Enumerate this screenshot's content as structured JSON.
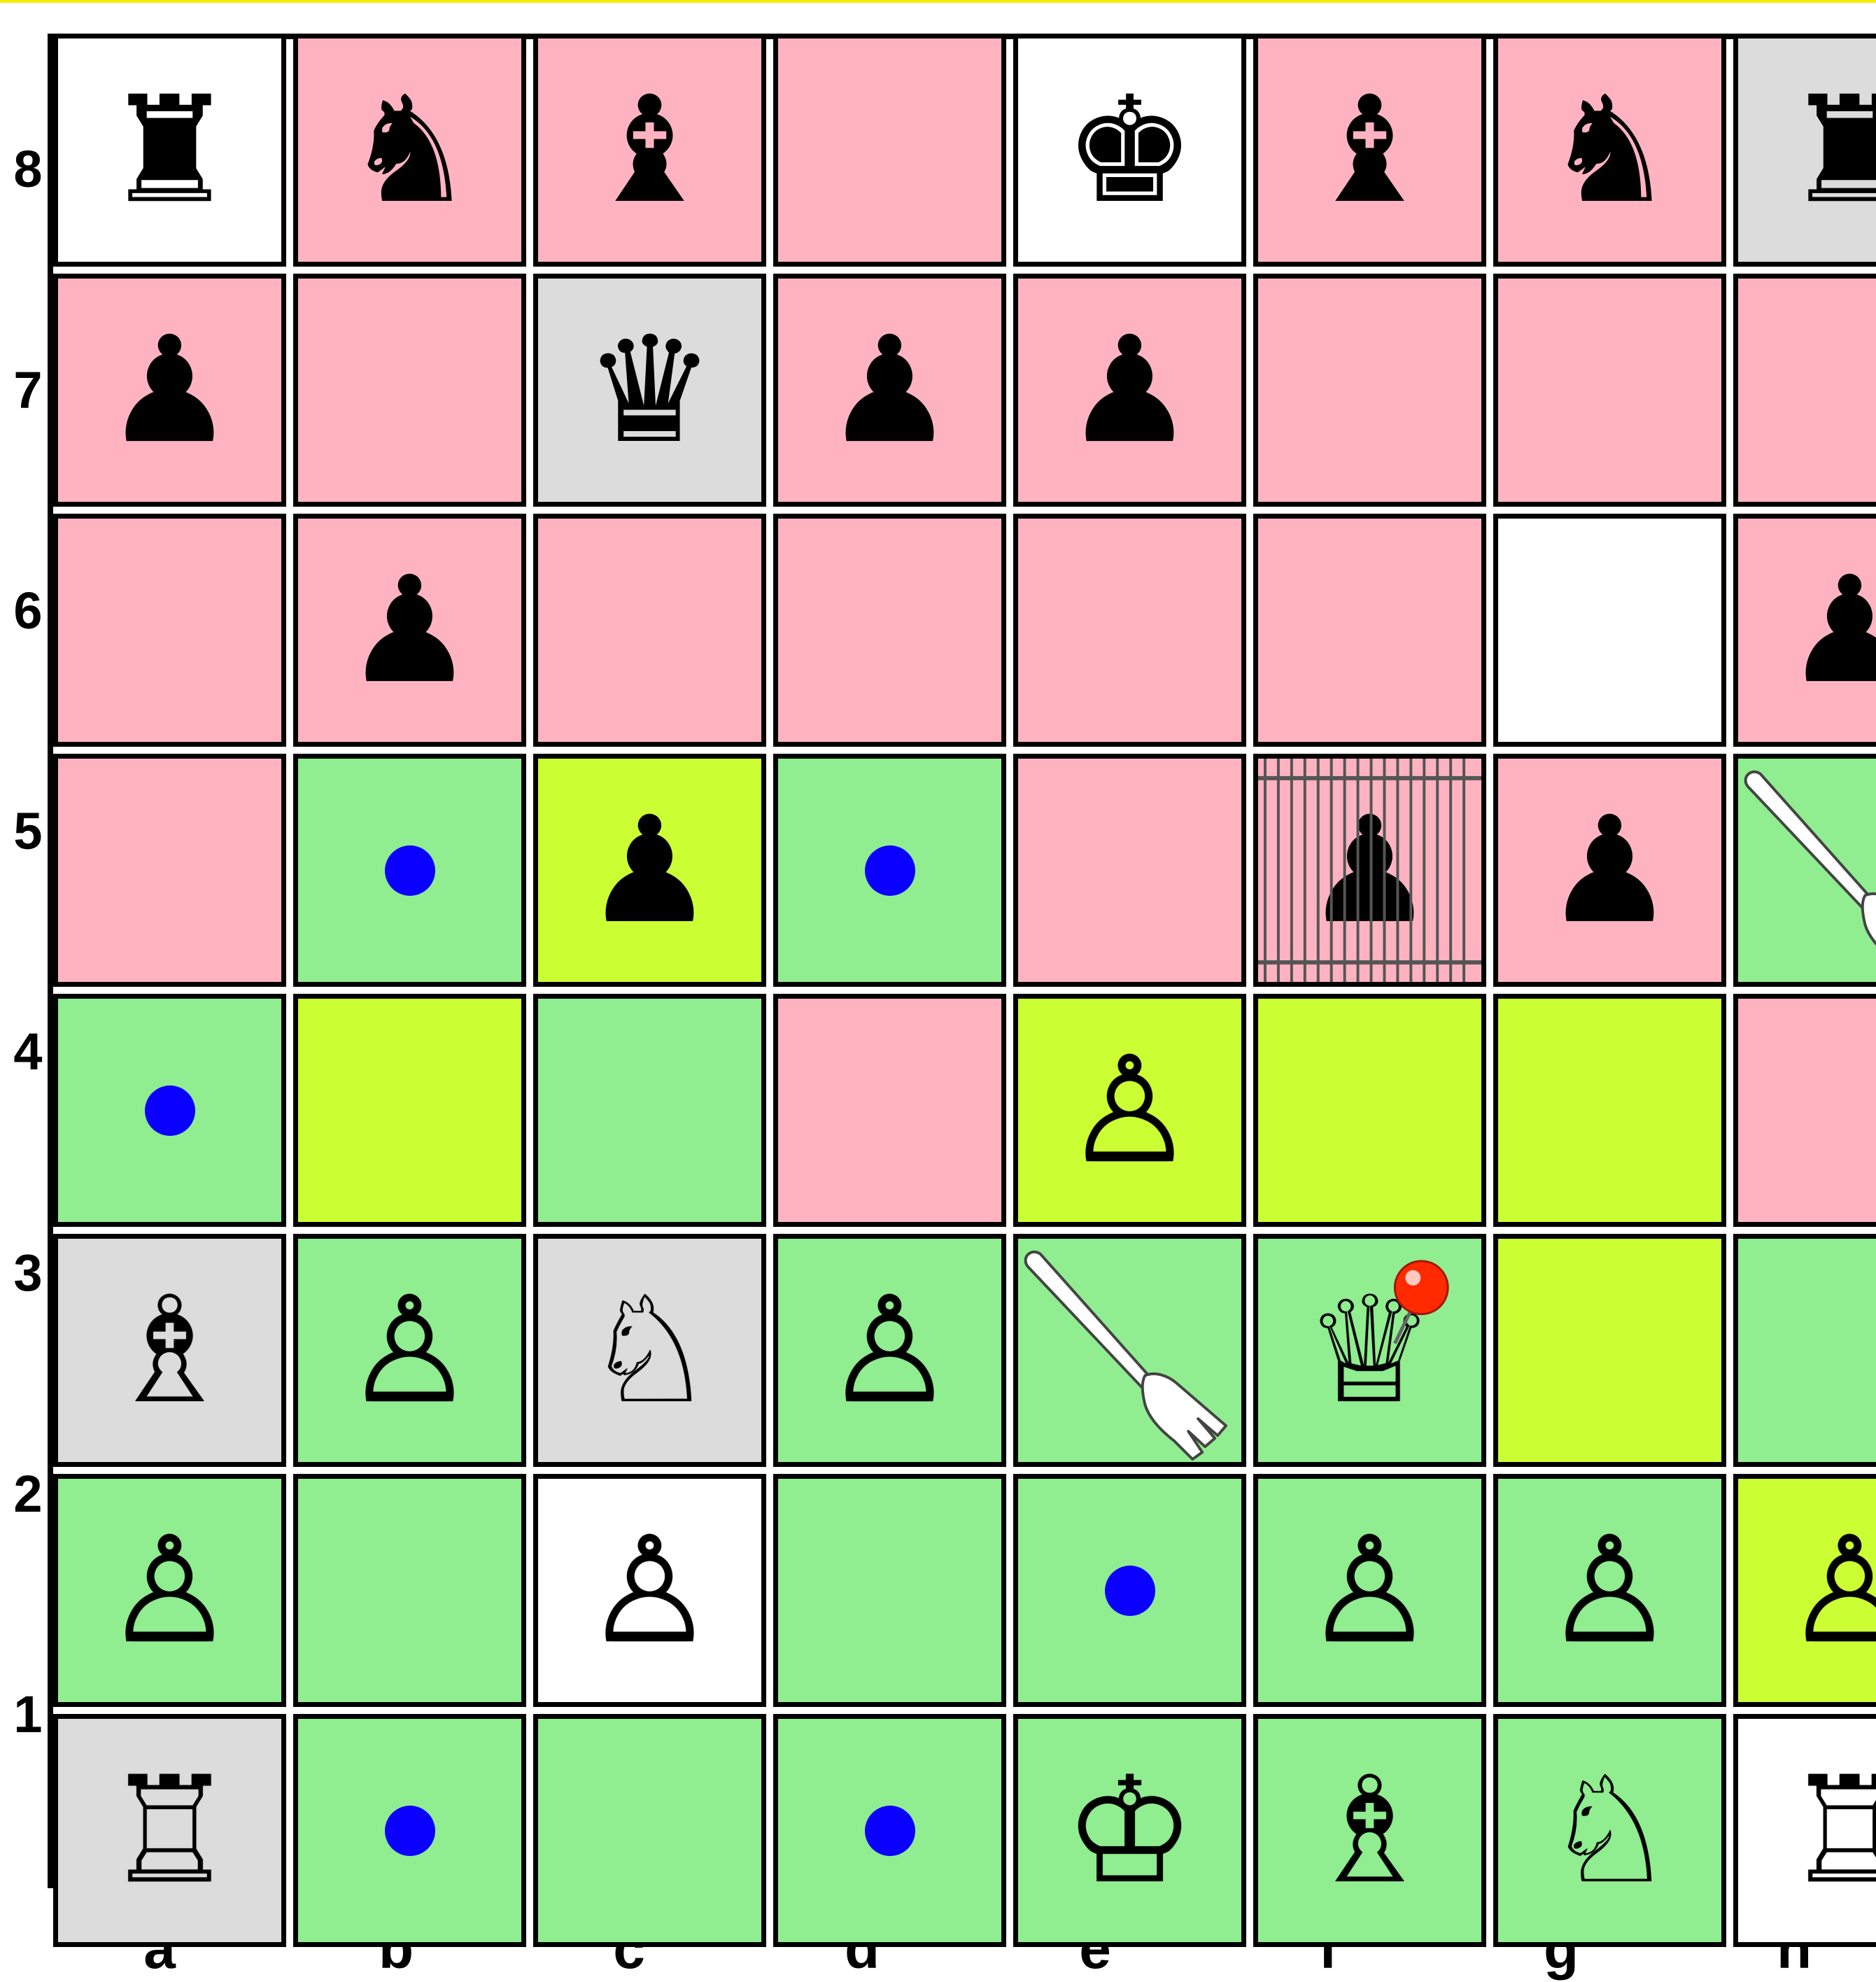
{
  "colors": {
    "white": "#ffffff",
    "grey": "#dcdcdc",
    "pink": "#ffb3c1",
    "green": "#90ee90",
    "lime": "#ccff33",
    "dot": "#0a00ff",
    "pin": "#ff2a00"
  },
  "files": [
    "a",
    "b",
    "c",
    "d",
    "e",
    "f",
    "g",
    "h"
  ],
  "ranks": [
    "8",
    "7",
    "6",
    "5",
    "4",
    "3",
    "2",
    "1"
  ],
  "board": [
    [
      {
        "sq": "a8",
        "color": "white",
        "piece": "black-rook"
      },
      {
        "sq": "b8",
        "color": "pink",
        "piece": "black-knight"
      },
      {
        "sq": "c8",
        "color": "pink",
        "piece": "black-bishop"
      },
      {
        "sq": "d8",
        "color": "pink"
      },
      {
        "sq": "e8",
        "color": "white",
        "piece": "black-king"
      },
      {
        "sq": "f8",
        "color": "pink",
        "piece": "black-bishop"
      },
      {
        "sq": "g8",
        "color": "pink",
        "piece": "black-knight"
      },
      {
        "sq": "h8",
        "color": "grey",
        "piece": "black-rook"
      }
    ],
    [
      {
        "sq": "a7",
        "color": "pink",
        "piece": "black-pawn"
      },
      {
        "sq": "b7",
        "color": "pink"
      },
      {
        "sq": "c7",
        "color": "grey",
        "piece": "black-queen"
      },
      {
        "sq": "d7",
        "color": "pink",
        "piece": "black-pawn"
      },
      {
        "sq": "e7",
        "color": "pink",
        "piece": "black-pawn"
      },
      {
        "sq": "f7",
        "color": "pink"
      },
      {
        "sq": "g7",
        "color": "pink"
      },
      {
        "sq": "h7",
        "color": "pink"
      }
    ],
    [
      {
        "sq": "a6",
        "color": "pink"
      },
      {
        "sq": "b6",
        "color": "pink",
        "piece": "black-pawn"
      },
      {
        "sq": "c6",
        "color": "pink"
      },
      {
        "sq": "d6",
        "color": "pink"
      },
      {
        "sq": "e6",
        "color": "pink"
      },
      {
        "sq": "f6",
        "color": "pink"
      },
      {
        "sq": "g6",
        "color": "white"
      },
      {
        "sq": "h6",
        "color": "pink",
        "piece": "black-pawn"
      }
    ],
    [
      {
        "sq": "a5",
        "color": "pink"
      },
      {
        "sq": "b5",
        "color": "green",
        "marker": "dot"
      },
      {
        "sq": "c5",
        "color": "lime",
        "piece": "black-pawn"
      },
      {
        "sq": "d5",
        "color": "green",
        "marker": "dot"
      },
      {
        "sq": "e5",
        "color": "pink"
      },
      {
        "sq": "f5",
        "color": "pink",
        "piece": "black-pawn",
        "marker": "cage"
      },
      {
        "sq": "g5",
        "color": "pink",
        "piece": "black-pawn"
      },
      {
        "sq": "h5",
        "color": "green",
        "marker": "fork"
      }
    ],
    [
      {
        "sq": "a4",
        "color": "green",
        "marker": "dot"
      },
      {
        "sq": "b4",
        "color": "lime"
      },
      {
        "sq": "c4",
        "color": "green"
      },
      {
        "sq": "d4",
        "color": "pink"
      },
      {
        "sq": "e4",
        "color": "lime",
        "piece": "white-pawn"
      },
      {
        "sq": "f4",
        "color": "lime"
      },
      {
        "sq": "g4",
        "color": "lime"
      },
      {
        "sq": "h4",
        "color": "pink"
      }
    ],
    [
      {
        "sq": "a3",
        "color": "grey",
        "piece": "white-bishop"
      },
      {
        "sq": "b3",
        "color": "green",
        "piece": "white-pawn"
      },
      {
        "sq": "c3",
        "color": "grey",
        "piece": "white-knight"
      },
      {
        "sq": "d3",
        "color": "green",
        "piece": "white-pawn"
      },
      {
        "sq": "e3",
        "color": "green",
        "marker": "fork"
      },
      {
        "sq": "f3",
        "color": "green",
        "piece": "white-queen",
        "marker": "pin"
      },
      {
        "sq": "g3",
        "color": "lime"
      },
      {
        "sq": "h3",
        "color": "green"
      }
    ],
    [
      {
        "sq": "a2",
        "color": "green",
        "piece": "white-pawn"
      },
      {
        "sq": "b2",
        "color": "green"
      },
      {
        "sq": "c2",
        "color": "white",
        "piece": "white-pawn"
      },
      {
        "sq": "d2",
        "color": "green"
      },
      {
        "sq": "e2",
        "color": "green",
        "marker": "dot"
      },
      {
        "sq": "f2",
        "color": "green",
        "piece": "white-pawn"
      },
      {
        "sq": "g2",
        "color": "green",
        "piece": "white-pawn"
      },
      {
        "sq": "h2",
        "color": "lime",
        "piece": "white-pawn"
      }
    ],
    [
      {
        "sq": "a1",
        "color": "grey",
        "piece": "white-rook"
      },
      {
        "sq": "b1",
        "color": "green",
        "marker": "dot"
      },
      {
        "sq": "c1",
        "color": "green"
      },
      {
        "sq": "d1",
        "color": "green",
        "marker": "dot"
      },
      {
        "sq": "e1",
        "color": "green",
        "piece": "white-king"
      },
      {
        "sq": "f1",
        "color": "green",
        "piece": "white-bishop"
      },
      {
        "sq": "g1",
        "color": "green",
        "piece": "white-knight"
      },
      {
        "sq": "h1",
        "color": "white",
        "piece": "white-rook"
      }
    ]
  ]
}
